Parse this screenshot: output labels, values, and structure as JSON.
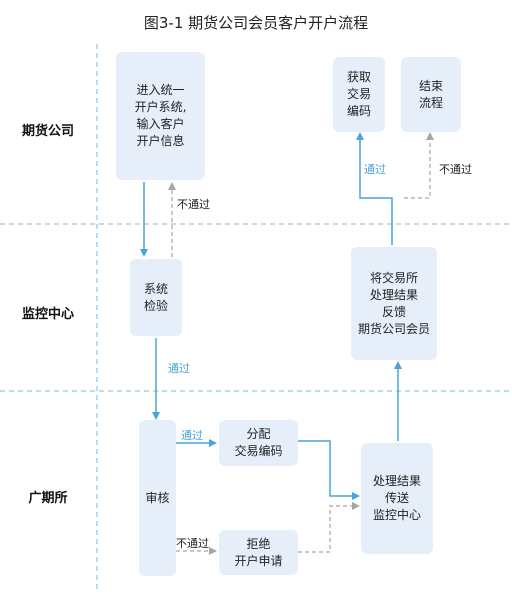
{
  "title": "图3-1 期货公司会员客户开户流程",
  "lanes": {
    "futures_company": "期货公司",
    "monitoring_center": "监控中心",
    "exchange": "广期所"
  },
  "nodes": {
    "enter_system": "进入统一\n开户系统,\n输入客户\n开户信息",
    "get_code": "获取\n交易\n编码",
    "end_process": "结束\n流程",
    "system_check": "系统\n检验",
    "forward_result": "将交易所\n处理结果\n反馈\n期货公司会员",
    "review": "审核",
    "assign_code": "分配\n交易编码",
    "process_send": "处理结果\n传送\n监控中心",
    "reject": "拒绝\n开户申请"
  },
  "edges": {
    "fail_1": "不通过",
    "pass_1": "通过",
    "fail_2": "不通过",
    "pass_2": "通过",
    "pass_3": "通过",
    "fail_3": "不通过"
  },
  "colors": {
    "box_fill": "#e6eff9",
    "pass_arrow": "#4aa3d6",
    "fail_arrow": "#a6a6a6",
    "lane_divider": "#7db9de"
  }
}
